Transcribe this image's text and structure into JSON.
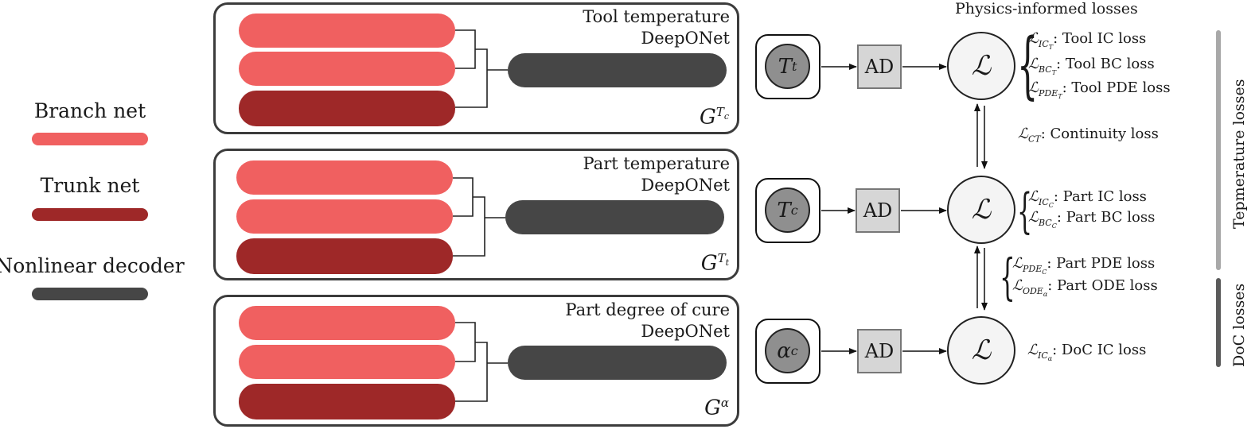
{
  "legend": {
    "branch_label": "Branch net",
    "trunk_label": "Trunk net",
    "decoder_label": "Nonlinear decoder"
  },
  "colors": {
    "branch": "#f06060",
    "trunk": "#9e2828",
    "decoder": "#464646",
    "temperature_bar": "#a8a8a8",
    "doc_bar": "#5a5a5a"
  },
  "modules": [
    {
      "title_line1": "Tool temperature",
      "title_line2": "DeepONet",
      "operator": "G",
      "operator_sup": "T",
      "operator_sup_sub": "c"
    },
    {
      "title_line1": "Part temperature",
      "title_line2": "DeepONet",
      "operator": "G",
      "operator_sup": "T",
      "operator_sup_sub": "t"
    },
    {
      "title_line1": "Part degree of cure",
      "title_line2": "DeepONet",
      "operator": "G",
      "operator_sup": "α",
      "operator_sup_sub": ""
    }
  ],
  "outputs": [
    {
      "symbol": "T",
      "sub": "t"
    },
    {
      "symbol": "T",
      "sub": "c"
    },
    {
      "symbol": "α",
      "sub": "c"
    }
  ],
  "ad_label": "AD",
  "loss_symbol": "ℒ",
  "header": "Physics-informed losses",
  "losses": {
    "tool": [
      {
        "sub": "IC",
        "subsub": "T",
        "label": ": Tool IC loss"
      },
      {
        "sub": "BC",
        "subsub": "T",
        "label": ": Tool BC loss"
      },
      {
        "sub": "PDE",
        "subsub": "T",
        "label": ": Tool PDE loss"
      }
    ],
    "continuity": {
      "sub": "CT",
      "label": ": Continuity loss"
    },
    "part": [
      {
        "sub": "IC",
        "subsub": "C",
        "label": ": Part IC loss"
      },
      {
        "sub": "BC",
        "subsub": "C",
        "label": ": Part BC loss"
      }
    ],
    "part_pde": [
      {
        "sub": "PDE",
        "subsub": "C",
        "label": ": Part PDE loss"
      },
      {
        "sub": "ODE",
        "subsub": "α",
        "label": ": Part ODE loss"
      }
    ],
    "doc": {
      "sub": "IC",
      "subsub": "α",
      "label": ": DoC IC loss"
    }
  },
  "side_labels": {
    "temperature": "Tepmerature losses",
    "doc": "DoC losses"
  }
}
